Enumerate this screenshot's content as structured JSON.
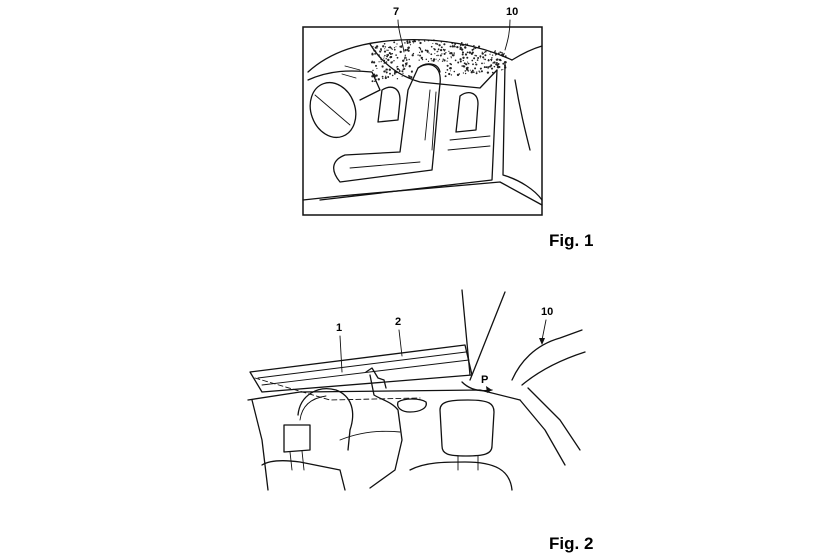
{
  "figure1": {
    "label": "Fig. 1",
    "ref_roof_area": "7",
    "ref_vehicle": "10"
  },
  "figure2": {
    "label": "Fig. 2",
    "ref_occupant": "1",
    "ref_roof_panel": "2",
    "ref_vehicle": "10",
    "ref_direction": "P"
  }
}
